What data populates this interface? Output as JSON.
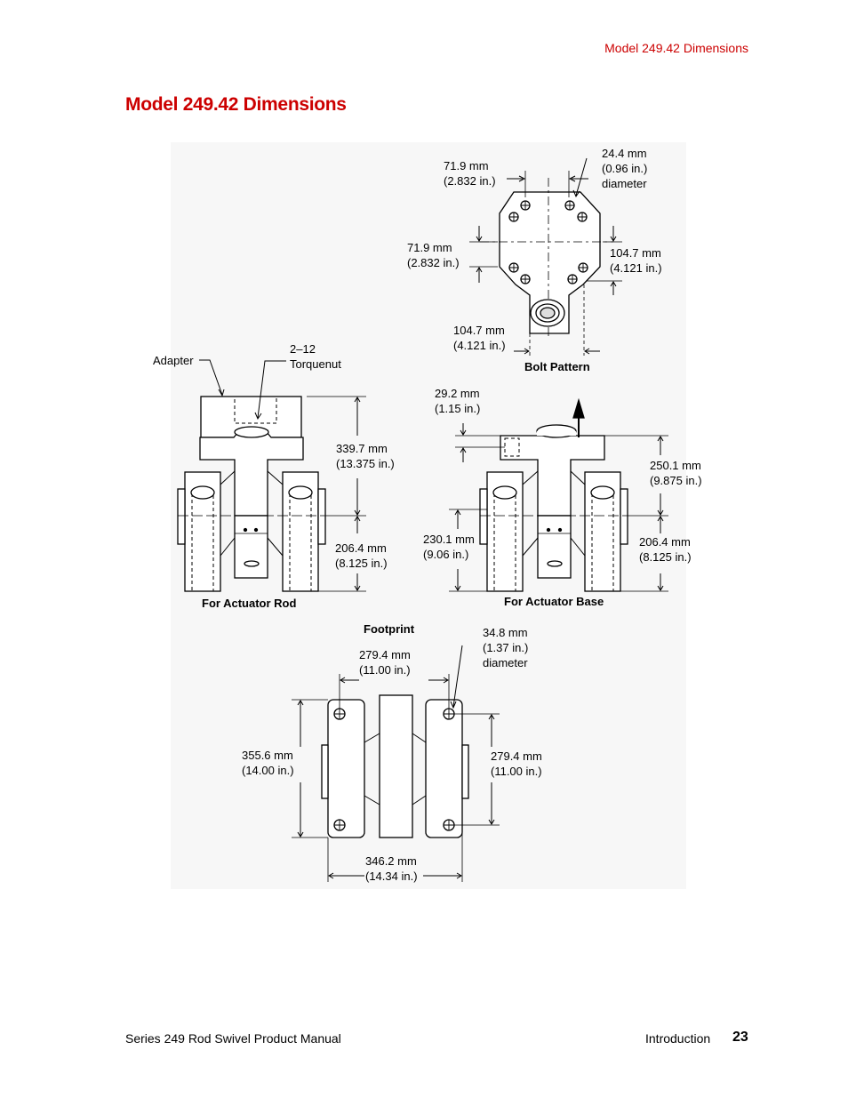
{
  "header": {
    "running_title": "Model 249.42 Dimensions"
  },
  "page_title": "Model 249.42 Dimensions",
  "bolt_pattern": {
    "caption": "Bolt Pattern",
    "dim_top_width": [
      "71.9 mm",
      "(2.832 in.)"
    ],
    "dim_hole_diameter": [
      "24.4 mm",
      "(0.96 in.)",
      "diameter"
    ],
    "dim_left_height": [
      "71.9 mm",
      "(2.832 in.)"
    ],
    "dim_right_height": [
      "104.7 mm",
      "(4.121 in.)"
    ],
    "dim_bottom_width": [
      "104.7 mm",
      "(4.121 in.)"
    ]
  },
  "actuator_rod": {
    "caption": "For Actuator Rod",
    "adapter_label": "Adapter",
    "torquenut_label": [
      "2–12",
      "Torquenut"
    ],
    "dim_upper": [
      "339.7 mm",
      "(13.375 in.)"
    ],
    "dim_lower": [
      "206.4 mm",
      "(8.125 in.)"
    ]
  },
  "actuator_base": {
    "caption": "For Actuator Base",
    "dim_top": [
      "29.2 mm",
      "(1.15 in.)"
    ],
    "dim_left": [
      "230.1 mm",
      "(9.06 in.)"
    ],
    "dim_right_upper": [
      "250.1 mm",
      "(9.875 in.)"
    ],
    "dim_right_lower": [
      "206.4 mm",
      "(8.125 in.)"
    ]
  },
  "footprint": {
    "caption": "Footprint",
    "dim_top_width": [
      "279.4 mm",
      "(11.00 in.)"
    ],
    "dim_hole_diameter": [
      "34.8 mm",
      "(1.37 in.)",
      "diameter"
    ],
    "dim_left_height": [
      "355.6 mm",
      "(14.00 in.)"
    ],
    "dim_right_height": [
      "279.4 mm",
      "(11.00 in.)"
    ],
    "dim_bottom_width": [
      "346.2 mm",
      "(14.34 in.)"
    ]
  },
  "footer": {
    "manual_title": "Series 249 Rod Swivel Product Manual",
    "section": "Introduction",
    "page_number": "23"
  },
  "colors": {
    "accent": "#cc0000",
    "figure_bg": "#f7f7f7",
    "line": "#000000"
  }
}
